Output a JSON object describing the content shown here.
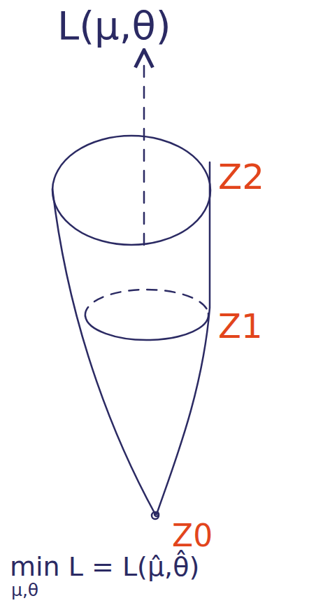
{
  "diagram": {
    "labels": [
      "L(μ,θ)",
      "Z2",
      "Z1",
      "Z0",
      "min L = L(μ̂,θ̂)",
      "μ,θ"
    ]
  }
}
